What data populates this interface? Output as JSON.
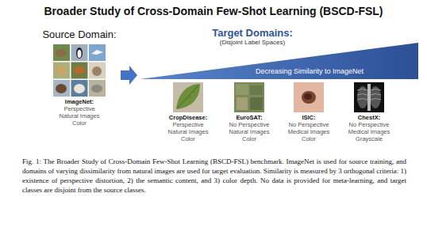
{
  "diagram": {
    "title": "Broader Study of Cross-Domain Few-Shot Learning (BSCD-FSL)",
    "caption": "Fig. 1: The Broader Study of Cross-Domain Few-Shot Learning (BSCD-FSL) benchmark. ImageNet is used for source training, and domains of varying dissimilarity from natural images are used for target evaluation. Similarity is measured by 3 orthogonal criteria: 1) existence of perspective distortion, 2) the semantic content, and 3) color depth. No data is provided for meta-learning, and target classes are disjoint from the source classes.",
    "nodes": [
      {
        "text": [
          "Source Domain:",
          "ImageNet:",
          "Perspective",
          "Natural Images",
          "Color"
        ]
      },
      {
        "text": [
          "Target Domains:",
          "(Disjoint Label Spaces)",
          "Decreasing Similarity to ImageNet"
        ]
      },
      {
        "text": [
          "CropDisease:",
          "Perspective",
          "Natural Images",
          "Color"
        ]
      },
      {
        "text": [
          "EuroSAT:",
          "No Perspective",
          "Natural Images",
          "Color"
        ]
      },
      {
        "text": [
          "ISIC:",
          "No Perspective",
          "Medical Images",
          "Color"
        ]
      },
      {
        "text": [
          "ChestX:",
          "No Perspective",
          "Medical Images",
          "Grayscale"
        ]
      }
    ],
    "edges": [
      {
        "from": 0,
        "to": 1,
        "arrow": "to"
      }
    ]
  }
}
